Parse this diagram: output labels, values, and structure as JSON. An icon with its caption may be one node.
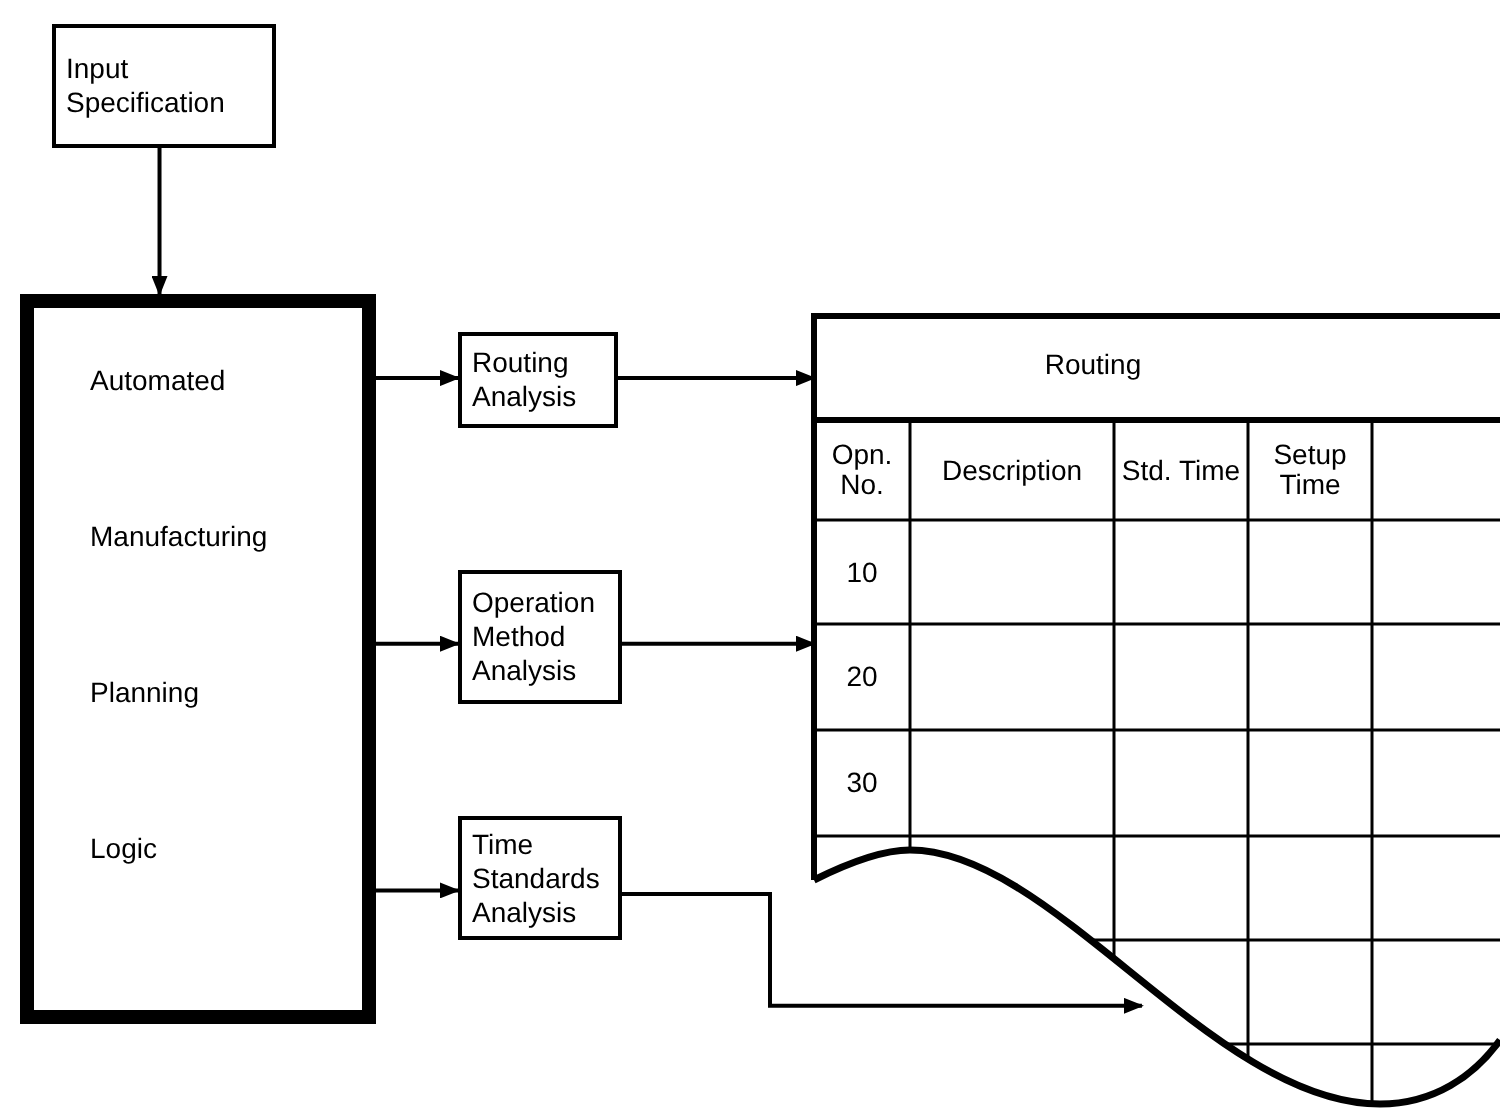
{
  "diagram": {
    "nodes": [
      {
        "text": [
          "Input Specification"
        ]
      },
      {
        "text": [
          "Automated",
          "Manufacturing",
          "Planning",
          "Logic"
        ]
      },
      {
        "text": [
          "Routing Analysis"
        ]
      },
      {
        "text": [
          "Operation Method Analysis"
        ]
      },
      {
        "text": [
          "Time Standards Analysis"
        ]
      },
      {
        "text": [
          "Routing"
        ]
      }
    ],
    "edges": [
      {
        "from": 0,
        "to": 1,
        "arrow": "to"
      },
      {
        "from": 1,
        "to": 2,
        "arrow": "to"
      },
      {
        "from": 1,
        "to": 3,
        "arrow": "to"
      },
      {
        "from": 1,
        "to": 4,
        "arrow": "to"
      },
      {
        "from": 2,
        "to": 5,
        "arrow": "to"
      },
      {
        "from": 3,
        "to": 5,
        "arrow": "to"
      },
      {
        "from": 4,
        "to": 5,
        "arrow": "to"
      }
    ],
    "labels": [
      "Opn. No.",
      "Description",
      "Std. Time",
      "Setup Time",
      "10",
      "20",
      "30"
    ]
  }
}
